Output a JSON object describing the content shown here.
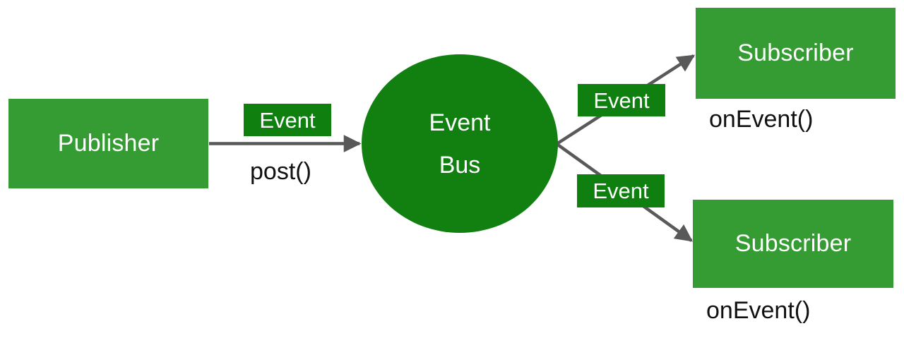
{
  "diagram": {
    "title": "Event Bus publish-subscribe diagram",
    "colors": {
      "node_green": "#359B33",
      "bus_green": "#118011",
      "badge_green": "#0F800F",
      "arrow_gray": "#595959",
      "node_text": "#FFFFFF",
      "label_text": "#111111",
      "background": "#FFFFFF"
    },
    "nodes": {
      "publisher": {
        "label": "Publisher"
      },
      "event_bus": {
        "label_line1": "Event",
        "label_line2": "Bus"
      },
      "subscriber_top": {
        "label": "Subscriber"
      },
      "subscriber_bottom": {
        "label": "Subscriber"
      }
    },
    "badges": {
      "publish_event": "Event",
      "deliver_event_top": "Event",
      "deliver_event_bottom": "Event"
    },
    "method_labels": {
      "post": "post()",
      "on_event_top": "onEvent()",
      "on_event_bottom": "onEvent()"
    },
    "edges": [
      {
        "from": "publisher",
        "to": "event_bus",
        "badge": "Event",
        "method": "post()",
        "style": "straight-arrow"
      },
      {
        "from": "event_bus",
        "to": "subscriber_top",
        "badge": "Event",
        "method": "onEvent()",
        "style": "diagonal-arrow-up"
      },
      {
        "from": "event_bus",
        "to": "subscriber_bottom",
        "badge": "Event",
        "method": "onEvent()",
        "style": "diagonal-arrow-down"
      }
    ]
  }
}
